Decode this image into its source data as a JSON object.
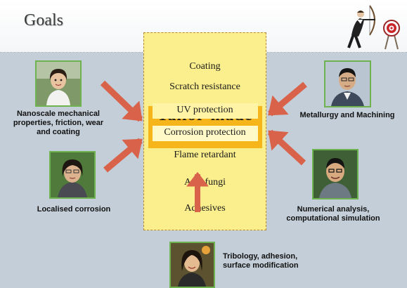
{
  "slide": {
    "title": "Goals",
    "center_items": [
      "Coating",
      "Scratch resistance",
      "UV protection",
      "Corrosion protection",
      "Flame retardant",
      "Anti-fungi",
      "Adhesives"
    ],
    "overlapped_title_line1": "Tailor-made",
    "overlapped_title_line2": "surface"
  },
  "people": [
    {
      "label": "Nanoscale mechanical properties, friction, wear and coating",
      "icon": "woman-portrait-icon"
    },
    {
      "label": "Localised corrosion",
      "icon": "woman-portrait-icon"
    },
    {
      "label": "Metallurgy and Machining",
      "icon": "man-portrait-icon"
    },
    {
      "label": "Numerical analysis, computational simulation",
      "icon": "man-portrait-icon"
    },
    {
      "label": "Tribology, adhesion, surface modification",
      "icon": "woman-portrait-icon"
    }
  ],
  "colors": {
    "background": "#c4ced8",
    "center_box": "#fbee8c",
    "highlight": "#f6b51a",
    "arrow": "#d9624a",
    "photo_border": "#6fb250"
  },
  "decor": {
    "archer_icon": "archer-target-icon"
  }
}
